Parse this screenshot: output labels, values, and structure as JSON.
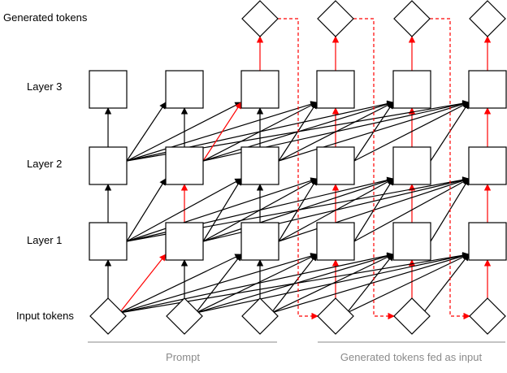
{
  "row_labels": {
    "generated_tokens": "Generated tokens",
    "layer_3": "Layer 3",
    "layer_2": "Layer 2",
    "layer_1": "Layer 1",
    "input_tokens": "Input tokens"
  },
  "group_captions": {
    "prompt": "Prompt",
    "generated": "Generated tokens fed as input"
  },
  "colors": {
    "default_edge": "#000000",
    "highlight_edge": "#ff0000",
    "node_stroke": "#000000",
    "node_fill": "#ffffff",
    "divider": "#8a8a8a"
  },
  "columns": 6,
  "prompt_columns": 3,
  "layers": 3
}
